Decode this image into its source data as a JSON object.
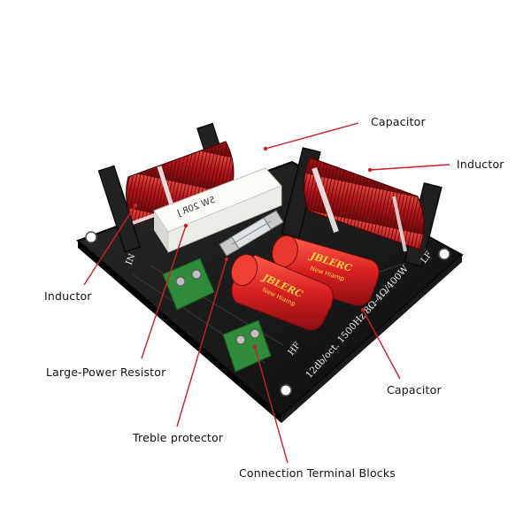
{
  "diagram": {
    "labels": {
      "capacitor_top": "Capacitor",
      "inductor_right": "Inductor",
      "inductor_left": "Inductor",
      "resistor": "Large-Power Resistor",
      "capacitor_right": "Capacitor",
      "treble_protector": "Treble protector",
      "terminal_blocks": "Connection Terminal Blocks"
    },
    "board_markings": {
      "spec": "12db/oct. 1500Hz 8Ω-4Ω/400W",
      "in": "IN",
      "lf": "LF",
      "hf": "HF",
      "resistor_text": "5W 20R J",
      "cap1_brand": "JBLERC",
      "cap2_brand": "JBLERC",
      "cap_sub": "New Hiamp"
    },
    "colors": {
      "leader_line": "#c8202a",
      "pcb": "#141414",
      "coil": "#b4161c",
      "capacitor": "#d81f1f",
      "terminal": "#2f8a3a",
      "resistor": "#f2f2f0"
    }
  }
}
